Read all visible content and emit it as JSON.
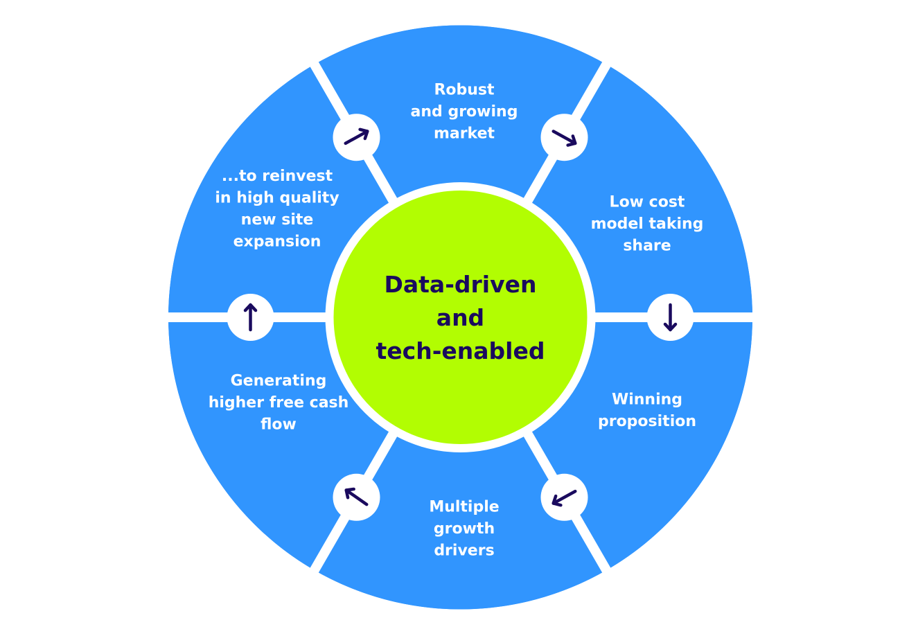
{
  "colors": {
    "segment": "#3195fe",
    "divider": "#ffffff",
    "center": "#b2fd02",
    "center_text": "#1a0a5e",
    "arrow": "#1a0a5e",
    "segment_text": "#ffffff"
  },
  "center": {
    "lines": [
      "Data-driven",
      "and",
      "tech-enabled"
    ]
  },
  "segments": [
    {
      "name": "robust-market",
      "lines": [
        "Robust",
        "and growing",
        "market"
      ]
    },
    {
      "name": "low-cost-model",
      "lines": [
        "Low cost",
        "model taking",
        "share"
      ]
    },
    {
      "name": "winning-proposition",
      "lines": [
        "Winning",
        "proposition"
      ]
    },
    {
      "name": "growth-drivers",
      "lines": [
        "Multiple",
        "growth",
        "drivers"
      ]
    },
    {
      "name": "free-cash-flow",
      "lines": [
        "Generating",
        "higher free cash",
        "flow"
      ]
    },
    {
      "name": "reinvest",
      "lines": [
        "...to reinvest",
        "in high quality",
        "new site",
        "expansion"
      ]
    }
  ],
  "connectors": [
    {
      "name": "arrow-robust-to-lowcost",
      "icon": "arrow-down-right-icon",
      "direction": "down-right"
    },
    {
      "name": "arrow-lowcost-to-winning",
      "icon": "arrow-down-icon",
      "direction": "down"
    },
    {
      "name": "arrow-winning-to-growth",
      "icon": "arrow-down-left-icon",
      "direction": "down-left"
    },
    {
      "name": "arrow-growth-to-cashflow",
      "icon": "arrow-up-left-icon",
      "direction": "up-left"
    },
    {
      "name": "arrow-cashflow-to-reinvest",
      "icon": "arrow-up-icon",
      "direction": "up"
    },
    {
      "name": "arrow-reinvest-to-robust",
      "icon": "arrow-up-right-icon",
      "direction": "up-right"
    }
  ]
}
